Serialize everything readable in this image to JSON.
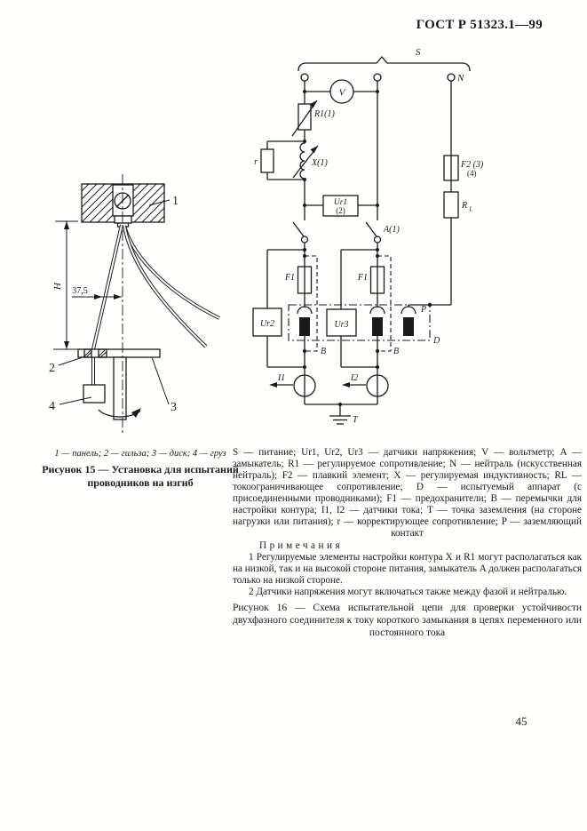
{
  "page": {
    "header": "ГОСТ Р 51323.1—99",
    "number": "45"
  },
  "colors": {
    "ink": "#1a1a1a",
    "paper": "#fffffd"
  },
  "figure15": {
    "labels": {
      "panel": "1",
      "sleeve": "2",
      "disk": "3",
      "weight": "4",
      "dim_h": "H",
      "dim_width": "37,5"
    },
    "caption_items": "1 — панель; 2 — гильза; 3 — диск; 4 — груз",
    "caption": "Рисунок 15 — Установка для испытаний проводников на изгиб"
  },
  "figure16": {
    "labels": {
      "s": "S",
      "n": "N",
      "voltmeter": "V",
      "r1": "R1(1)",
      "r": "r",
      "x": "X(1)",
      "ur1": "Ur1",
      "ur1_note": "(2)",
      "f2": "F2 (3)",
      "f2_note": "(4)",
      "rl_r": "R",
      "rl_l": "L",
      "a": "A(1)",
      "f1": "F1",
      "ur2": "Ur2",
      "ur3": "Ur3",
      "b": "B",
      "p": "P",
      "d": "D",
      "i1": "I1",
      "i2": "I2",
      "t": "T"
    },
    "legend": "S — питание; Ur1, Ur2, Ur3 — датчики напряжения; V — вольтметр; A — замыкатель; R1 — регулируемое сопротивление; N — нейтраль (искусственная нейтраль); F2 — плавкий элемент; X — регулируемая индуктивность; RL — токоограничивающее сопротивление; D — испытуемый аппарат (с присоединенными проводниками); F1 — предохранители; B — перемычки для настройки контура; I1, I2 — датчики тока; T — точка заземления (на стороне нагрузки или питания); r — корректирующее сопротивление; P — заземляющий контакт",
    "notes_title": "Примечания",
    "note1": "1 Регулируемые элементы настройки контура X и R1 могут располагаться как на низкой, так и на высокой стороне питания, замыкатель A должен располагаться только на низкой стороне.",
    "note2": "2 Датчики напряжения могут включаться также между фазой и нейтралью.",
    "caption": "Рисунок 16 — Схема испытательной цепи для проверки устойчивости двухфазного соединителя к току короткого замыкания в цепях переменного или постоянного тока"
  }
}
